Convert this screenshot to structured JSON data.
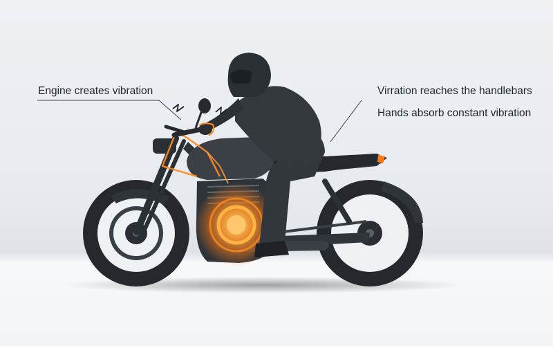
{
  "annotations": {
    "engine_label": "Engine creates vibration",
    "handlebars_label": "Virration reaches the handlebars",
    "hands_label": "Hands absorb constant vibration"
  },
  "illustration": {
    "subject": "rider on a motorcycle",
    "icons": [
      "engine-glow-icon",
      "vibration-zigzag-icon"
    ]
  },
  "colors": {
    "background": "#e9edf1",
    "silhouette": "#2f3439",
    "silhouette_dark": "#1e2226",
    "accent_orange": "#ff8a1f",
    "text": "#1f2429"
  }
}
